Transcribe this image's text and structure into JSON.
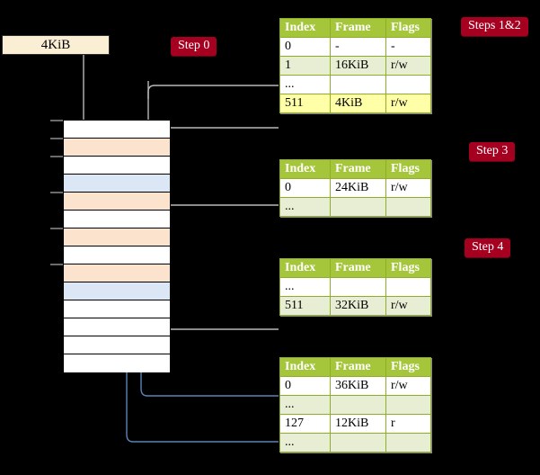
{
  "source_box": {
    "label": "4KiB"
  },
  "badges": [
    {
      "name": "step-0",
      "label": "Step 0"
    },
    {
      "name": "steps-1-2",
      "label": "Steps 1&2"
    },
    {
      "name": "step-3",
      "label": "Step 3"
    },
    {
      "name": "step-4",
      "label": "Step 4"
    }
  ],
  "columns": {
    "index": "Index",
    "frame": "Frame",
    "flags": "Flags"
  },
  "tables": [
    {
      "name": "pml4-table",
      "rows": [
        {
          "index": "0",
          "frame": "-",
          "flags": "-",
          "style": "plain"
        },
        {
          "index": "1",
          "frame": "16KiB",
          "flags": "r/w",
          "style": "alt"
        },
        {
          "index": "...",
          "frame": "",
          "flags": "",
          "style": "plain"
        },
        {
          "index": "511",
          "frame": "4KiB",
          "flags": "r/w",
          "style": "highlight"
        }
      ]
    },
    {
      "name": "pdpt-table",
      "rows": [
        {
          "index": "0",
          "frame": "24KiB",
          "flags": "r/w",
          "style": "plain"
        },
        {
          "index": "...",
          "frame": "",
          "flags": "",
          "style": "alt"
        }
      ]
    },
    {
      "name": "pd-table",
      "rows": [
        {
          "index": "...",
          "frame": "",
          "flags": "",
          "style": "plain"
        },
        {
          "index": "511",
          "frame": "32KiB",
          "flags": "r/w",
          "style": "alt"
        }
      ]
    },
    {
      "name": "pt-table",
      "rows": [
        {
          "index": "0",
          "frame": "36KiB",
          "flags": "r/w",
          "style": "plain"
        },
        {
          "index": "...",
          "frame": "",
          "flags": "",
          "style": "alt"
        },
        {
          "index": "127",
          "frame": "12KiB",
          "flags": "r",
          "style": "plain"
        },
        {
          "index": "...",
          "frame": "",
          "flags": "",
          "style": "alt"
        }
      ]
    }
  ],
  "memory_column": {
    "name": "physical-memory-column",
    "cells": [
      {
        "fill": "white"
      },
      {
        "fill": "orange"
      },
      {
        "fill": "white"
      },
      {
        "fill": "blue"
      },
      {
        "fill": "orange"
      },
      {
        "fill": "white"
      },
      {
        "fill": "orange"
      },
      {
        "fill": "white"
      },
      {
        "fill": "orange"
      },
      {
        "fill": "blue"
      },
      {
        "fill": "white"
      },
      {
        "fill": "white"
      },
      {
        "fill": "white"
      },
      {
        "fill": "white"
      }
    ]
  },
  "colors": {
    "table_header": "#a5c63b",
    "table_alt_row": "#e8eed4",
    "highlight_row": "#ffffa8",
    "badge_bg": "#a50020",
    "source_box_bg": "#faefd4",
    "mem_orange": "#fce3cd",
    "mem_blue": "#dce7f6",
    "arrow_gray": "#b9b9b9",
    "arrow_blue": "#5b83b8"
  }
}
